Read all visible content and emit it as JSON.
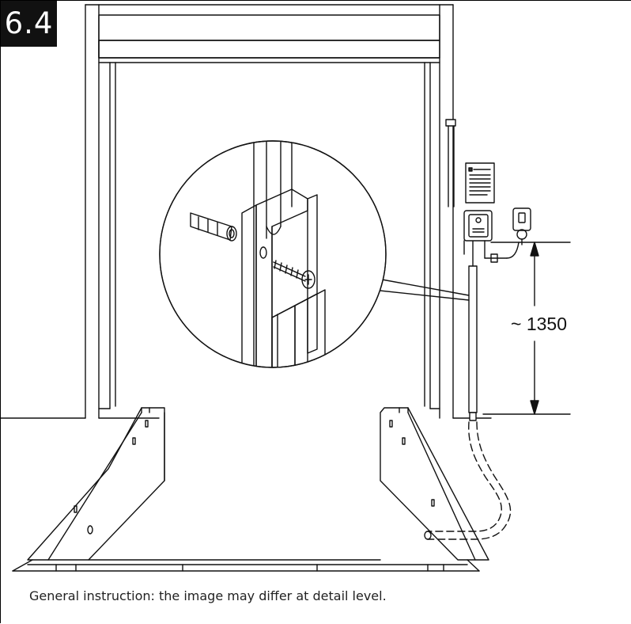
{
  "section": {
    "number": "6.4"
  },
  "drawing": {
    "dimension": "~ 1350"
  },
  "caption": "General instruction: the image may differ at detail level."
}
